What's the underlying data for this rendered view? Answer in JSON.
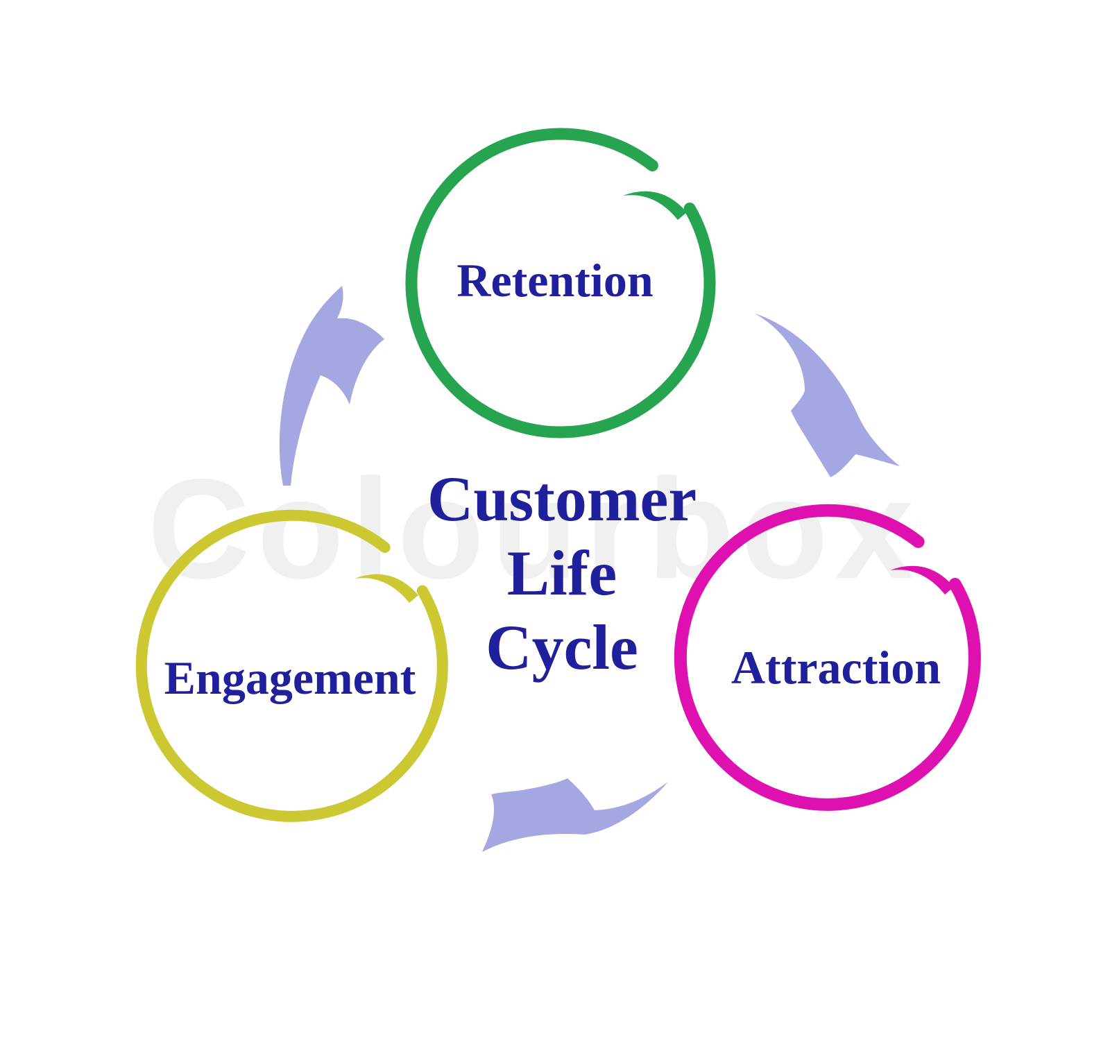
{
  "watermark": {
    "text": "Colourbox"
  },
  "title": {
    "lines": [
      "Customer",
      "Life",
      "Cycle"
    ]
  },
  "nodes": [
    {
      "label": "Retention",
      "color": "#26A44F"
    },
    {
      "label": "Attraction",
      "color": "#DE10B0"
    },
    {
      "label": "Engagement",
      "color": "#CCC832"
    }
  ],
  "arrows": [
    {
      "name": "retention-to-attraction"
    },
    {
      "name": "attraction-to-engagement"
    },
    {
      "name": "engagement-to-retention"
    }
  ],
  "colors": {
    "background": "#FFFFFF",
    "arrow": "#A5A7E3",
    "label_text": "#20209C",
    "watermark": "#F0F0F0"
  }
}
